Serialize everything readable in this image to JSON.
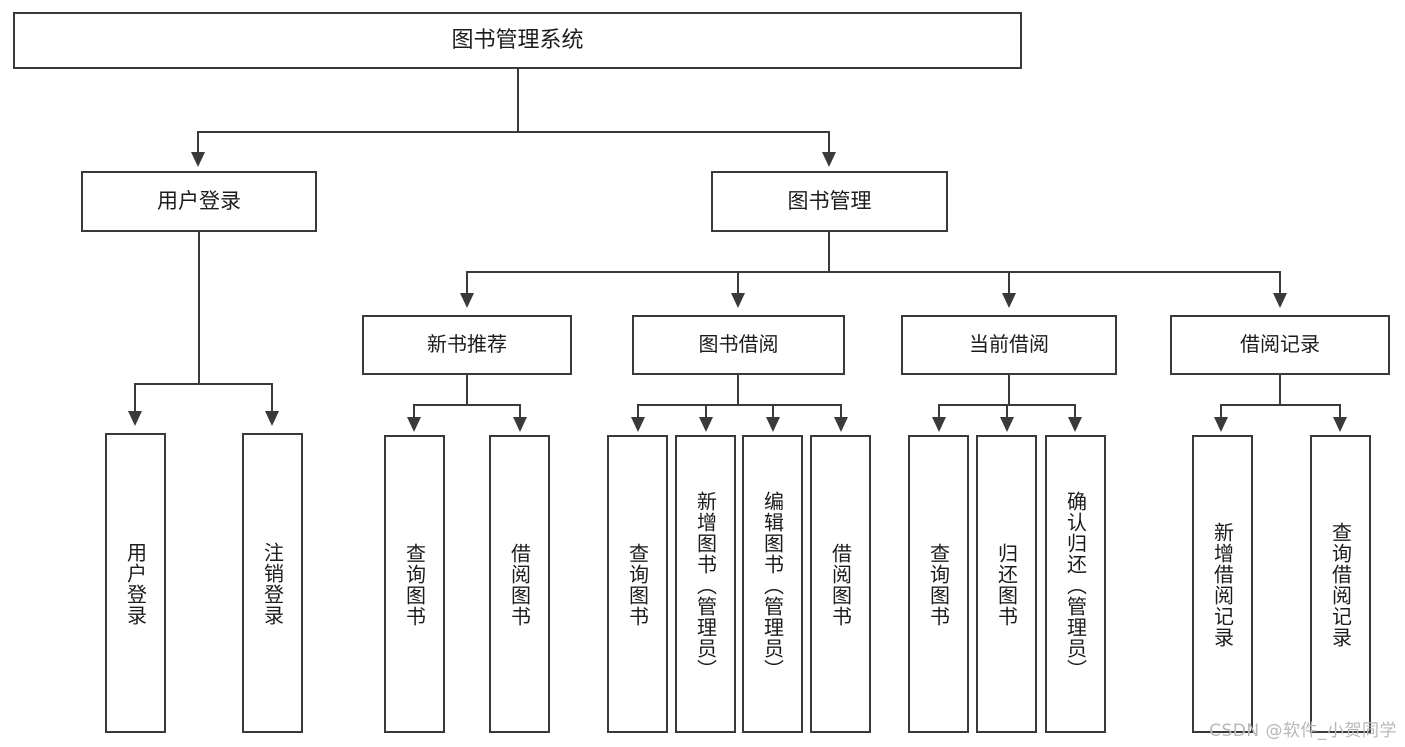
{
  "diagram": {
    "type": "tree-hierarchy-flowchart",
    "title": "图书管理系统",
    "colors": {
      "stroke": "#3a3a3a",
      "fill": "#ffffff",
      "text": "#1c1c1c",
      "watermark": "#b8b8b8"
    },
    "root": {
      "label": "图书管理系统"
    },
    "level2": [
      {
        "label": "用户登录"
      },
      {
        "label": "图书管理"
      }
    ],
    "level3": [
      {
        "label": "新书推荐"
      },
      {
        "label": "图书借阅"
      },
      {
        "label": "当前借阅"
      },
      {
        "label": "借阅记录"
      }
    ],
    "leaves": {
      "user_login": [
        {
          "label": "用户登录"
        },
        {
          "label": "注销登录"
        }
      ],
      "new_book_recommend": [
        {
          "label": "查询图书"
        },
        {
          "label": "借阅图书"
        }
      ],
      "book_borrow": [
        {
          "label": "查询图书"
        },
        {
          "label": "新增图书（管理员）"
        },
        {
          "label": "编辑图书（管理员）"
        },
        {
          "label": "借阅图书"
        }
      ],
      "current_borrow": [
        {
          "label": "查询图书"
        },
        {
          "label": "归还图书"
        },
        {
          "label": "确认归还（管理员）"
        }
      ],
      "borrow_records": [
        {
          "label": "新增借阅记录"
        },
        {
          "label": "查询借阅记录"
        }
      ]
    }
  },
  "watermark": {
    "text": "CSDN @软件_小贺同学"
  }
}
